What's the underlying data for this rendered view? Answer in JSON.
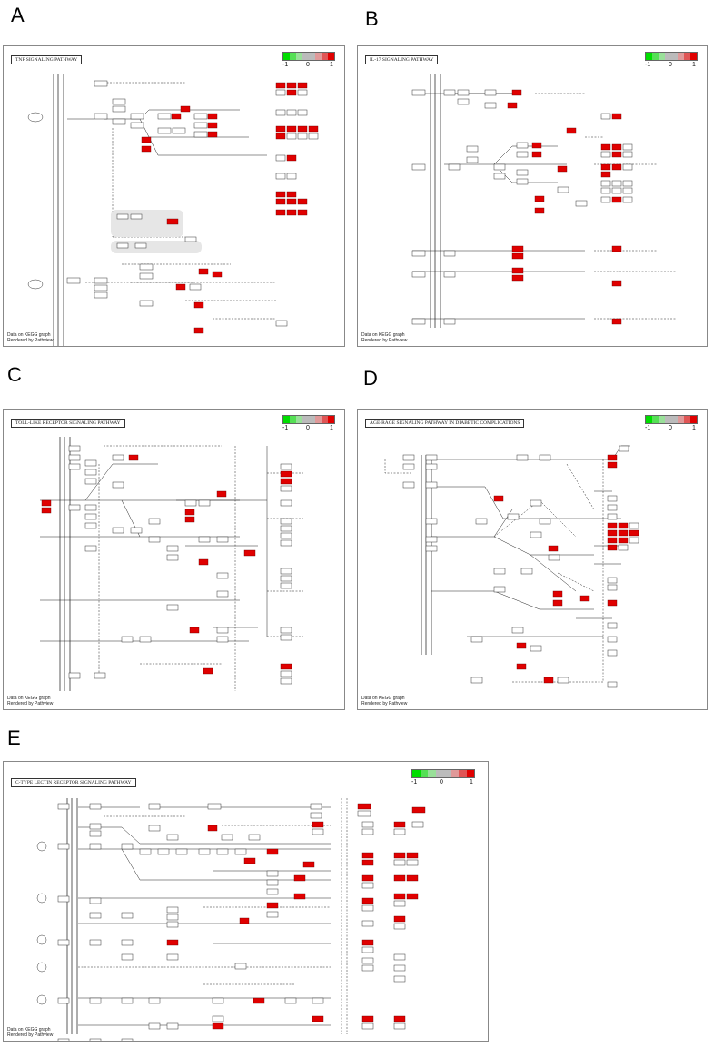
{
  "panels": [
    {
      "letter": "A",
      "title": "TNF SIGNALING PATHWAY"
    },
    {
      "letter": "B",
      "title": "IL-17 SIGNALING PATHWAY"
    },
    {
      "letter": "C",
      "title": "TOLL-LIKE RECEPTOR SIGNALING PATHWAY"
    },
    {
      "letter": "D",
      "title": "AGE-RAGE SIGNALING PATHWAY IN DIABETIC COMPLICATIONS"
    },
    {
      "letter": "E",
      "title": "C-TYPE LECTIN RECEPTOR SIGNALING PATHWAY"
    }
  ],
  "legend": {
    "min": "-1",
    "mid": "0",
    "max": "1"
  },
  "footer": {
    "line1": "Data on KEGG graph",
    "line2": "Rendered by Pathview"
  },
  "colors": {
    "up": "#e00000",
    "down": "#00dd00",
    "neutral": "#bbbbbb"
  }
}
